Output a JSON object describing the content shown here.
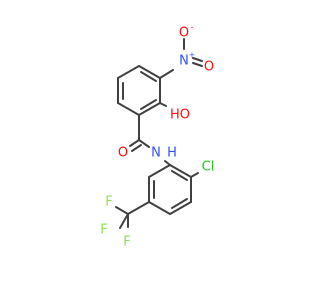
{
  "molecule": {
    "atoms": {
      "nitro_o_top": {
        "text": "O",
        "charge": "-",
        "color": "#ff0d0d"
      },
      "nitro_n": {
        "text": "N",
        "charge": "+",
        "color": "#3050f8"
      },
      "nitro_o_right": {
        "text": "O",
        "color": "#ff0d0d"
      },
      "hydroxyl": {
        "text": "HO",
        "color": "#ff0d0d"
      },
      "carbonyl_o": {
        "text": "O",
        "color": "#ff0d0d"
      },
      "amide_n": {
        "text": "N",
        "color": "#3050f8"
      },
      "amide_h": {
        "text": "H",
        "color": "#3050f8"
      },
      "chlorine": {
        "text": "Cl",
        "color": "#1fd01f"
      },
      "fluorine_top": {
        "text": "F",
        "color": "#90e050"
      },
      "fluorine_left": {
        "text": "F",
        "color": "#90e050"
      },
      "fluorine_bottom": {
        "text": "F",
        "color": "#90e050"
      }
    },
    "bond_color": "#404040"
  }
}
